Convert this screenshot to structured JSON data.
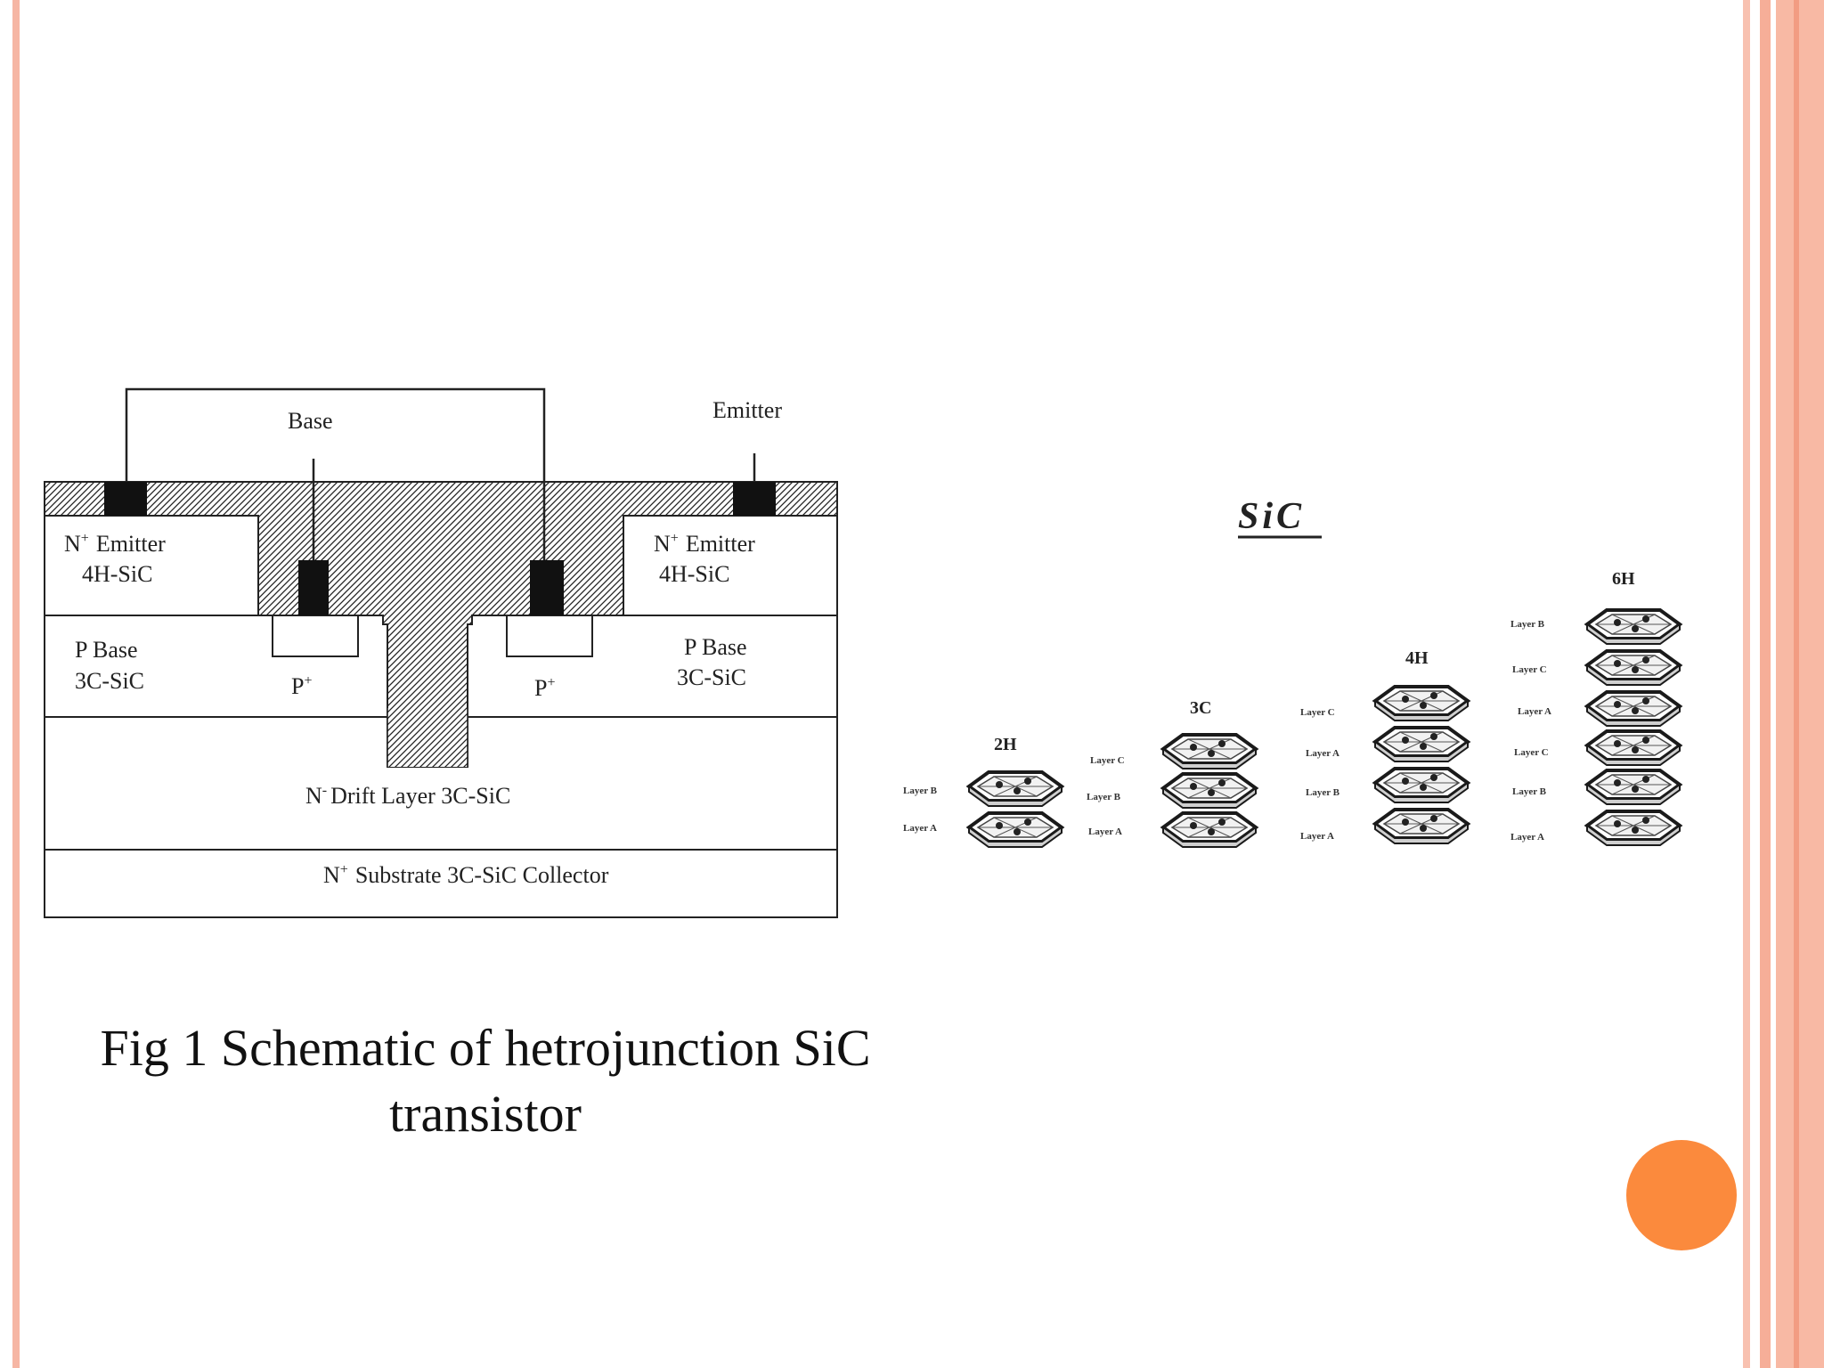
{
  "transistor": {
    "base_label": "Base",
    "emitter_label": "Emitter",
    "left_emitter": [
      "N",
      "+",
      "Emitter",
      "4H-SiC"
    ],
    "right_emitter": [
      "N",
      "+",
      "Emitter",
      "4H-SiC"
    ],
    "left_pbase": [
      "P  Base",
      "3C-SiC"
    ],
    "right_pbase": [
      "P Base",
      "3C-SiC"
    ],
    "p_plus": [
      "P",
      "+"
    ],
    "drift": [
      "N",
      "-",
      "Drift Layer 3C-SiC"
    ],
    "substrate": [
      "N",
      "+",
      "Substrate 3C-SiC  Collector"
    ]
  },
  "polytypes": {
    "title": "SiC",
    "groups": [
      {
        "name": "2H",
        "layers": [
          "Layer B",
          "Layer A"
        ]
      },
      {
        "name": "3C",
        "layers": [
          "Layer C",
          "Layer B",
          "Layer A"
        ]
      },
      {
        "name": "4H",
        "layers": [
          "Layer C",
          "Layer A",
          "Layer B",
          "Layer A"
        ]
      },
      {
        "name": "6H",
        "layers": [
          "Layer B",
          "Layer C",
          "Layer A",
          "Layer C",
          "Layer B",
          "Layer A"
        ]
      }
    ]
  },
  "caption": {
    "line1": "Fig 1 Schematic of hetrojunction SiC",
    "line2": "transistor"
  },
  "colors": {
    "accent_circle": "#fb8a3d",
    "border_salmon": "#f6b6a4"
  }
}
